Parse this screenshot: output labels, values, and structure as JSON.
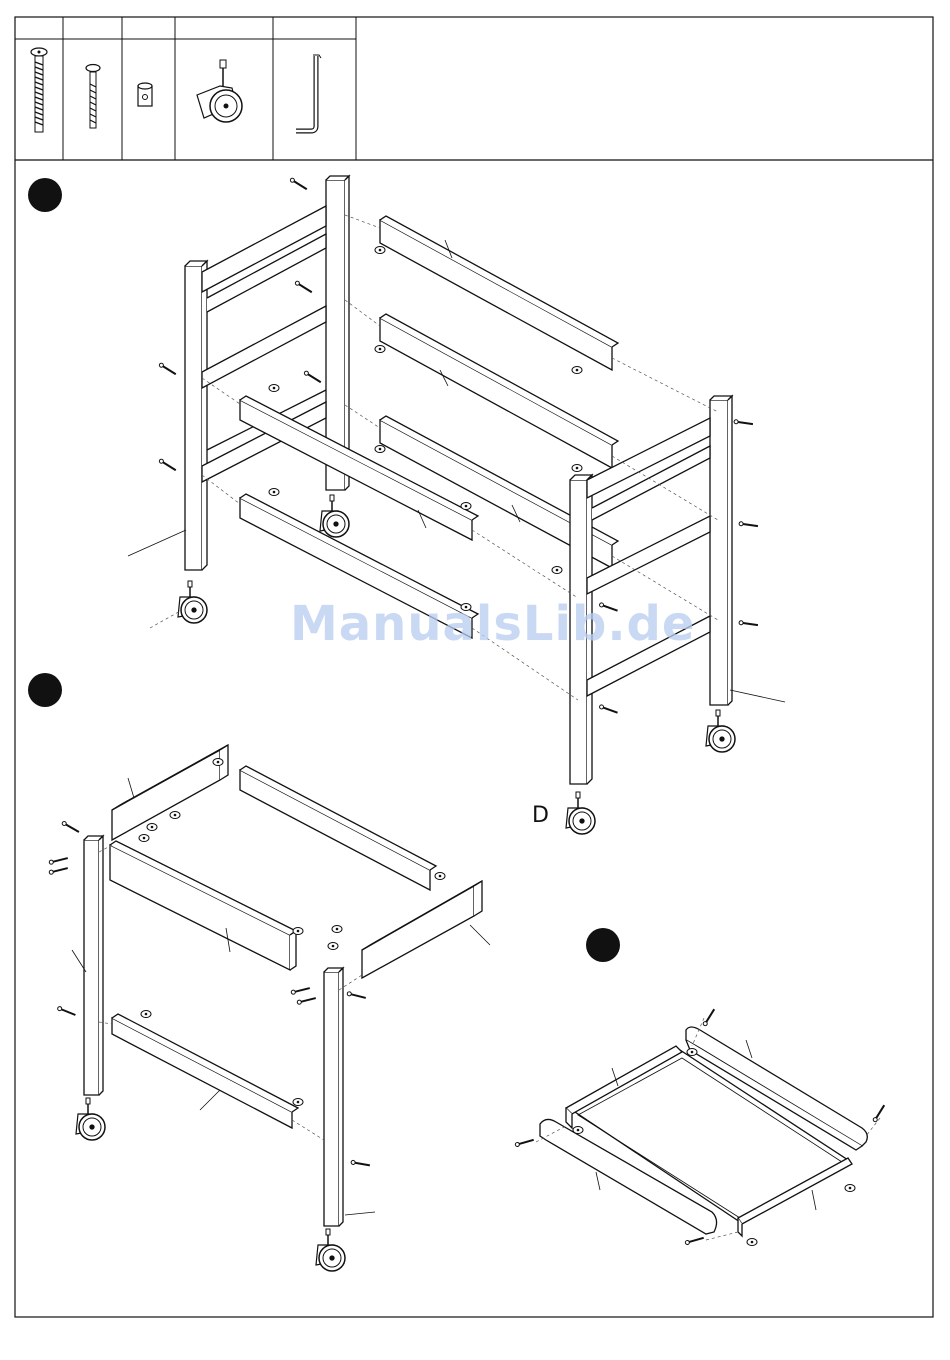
{
  "header": {
    "parts": [
      {
        "name": "long-bolt",
        "icon": "long-bolt-icon"
      },
      {
        "name": "short-bolt",
        "icon": "short-bolt-icon"
      },
      {
        "name": "barrel-nut",
        "icon": "barrel-nut-icon"
      },
      {
        "name": "caster-wheel",
        "icon": "caster-wheel-icon"
      },
      {
        "name": "allen-key",
        "icon": "allen-key-icon"
      }
    ]
  },
  "steps": [
    {
      "id": "step-1",
      "badge": "step-1-badge"
    },
    {
      "id": "step-2",
      "badge": "step-2-badge"
    },
    {
      "id": "step-3",
      "badge": "step-3-badge"
    }
  ],
  "step1": {
    "part_label": "D"
  },
  "watermark": "ManualsLib.de",
  "colors": {
    "ink": "#111111",
    "watermark": "#b7cdf0",
    "paper": "#ffffff"
  }
}
